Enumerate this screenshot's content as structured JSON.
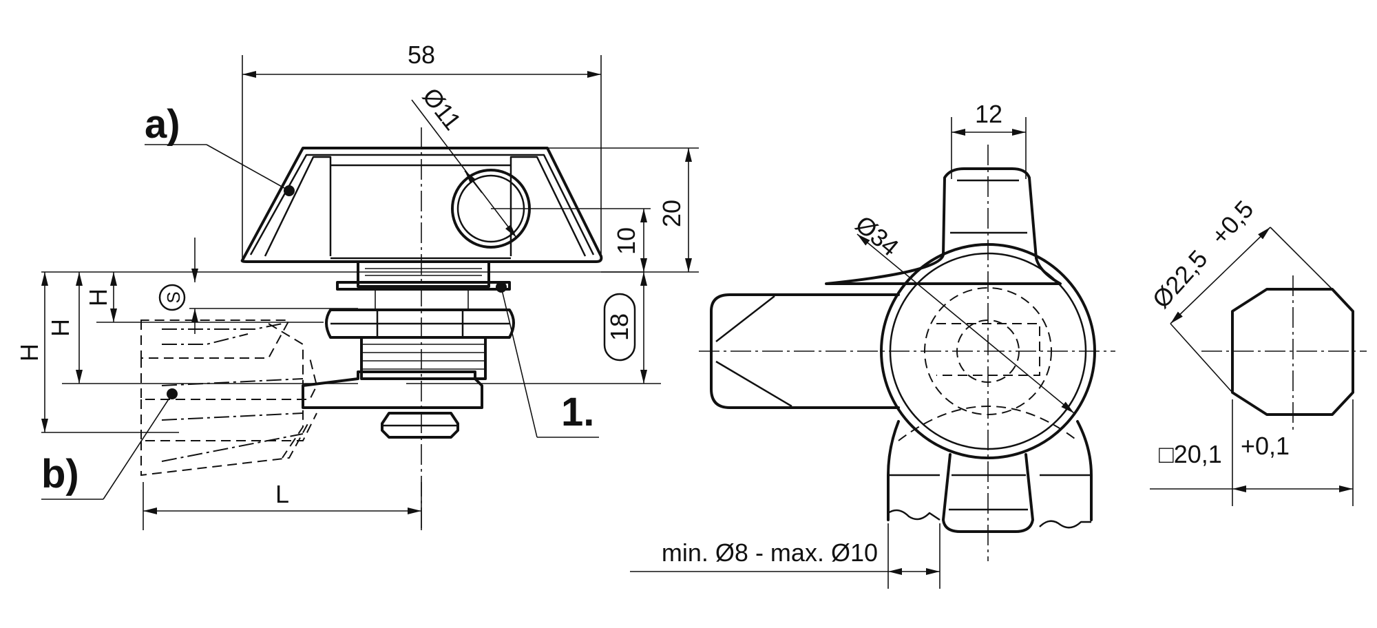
{
  "labels": {
    "part_a": "a)",
    "part_b": "b)",
    "callout_1": "1.",
    "circled_s": "S"
  },
  "dimensions": {
    "width_58": "58",
    "dia_11": "Ø11",
    "height_20": "20",
    "height_10": "10",
    "height_18": "18",
    "H": "H",
    "L": "L",
    "width_12": "12",
    "dia_34": "Ø34",
    "dia_22_5": "Ø22,5",
    "tol_dia_22_5": "+0,5",
    "square_20_1": "□20,1",
    "tol_square": "+0,1",
    "pin_range": "min. Ø8 - max. Ø10"
  }
}
